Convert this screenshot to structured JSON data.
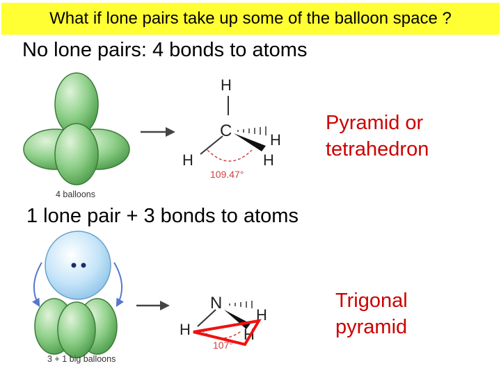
{
  "title": "What if lone pairs take up some of the balloon space ?",
  "section_tetrahedral": {
    "heading": "No lone pairs: 4 bonds to atoms",
    "balloon_caption": "4 balloons",
    "atoms": {
      "center": "C",
      "top": "H",
      "left": "H",
      "bottom_right": "H",
      "right": "H"
    },
    "angle": "109.47°",
    "shape_label": [
      "Pyramid or",
      "tetrahedron"
    ]
  },
  "section_trigonal": {
    "heading": "1 lone pair + 3 bonds to atoms",
    "balloon_caption": "3 + 1 big balloons",
    "atoms": {
      "center": "N",
      "left": "H",
      "bottom_right": "H",
      "right": "H"
    },
    "angle": "107°",
    "shape_label": [
      "Trigonal",
      "pyramid"
    ]
  },
  "colors": {
    "title_background": "#ffff33",
    "label_red": "#cc0000",
    "angle_red": "#d04040",
    "balloon_green": "#7fc97f",
    "lone_pair_blue": "#c4e4f8",
    "curved_arrow_blue": "#5577cc"
  }
}
